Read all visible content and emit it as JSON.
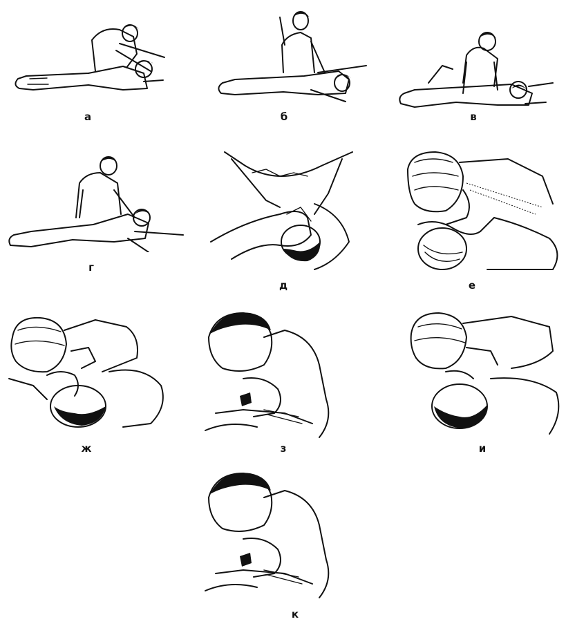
{
  "figures": [
    {
      "id": "a",
      "caption": "а"
    },
    {
      "id": "b",
      "caption": "б"
    },
    {
      "id": "v",
      "caption": "в"
    },
    {
      "id": "g",
      "caption": "г"
    },
    {
      "id": "d",
      "caption": "д"
    },
    {
      "id": "e",
      "caption": "е"
    },
    {
      "id": "zh",
      "caption": "ж"
    },
    {
      "id": "z",
      "caption": "з"
    },
    {
      "id": "i",
      "caption": "и"
    },
    {
      "id": "k",
      "caption": "к"
    }
  ],
  "icons": {
    "person-figure": "line-drawing"
  }
}
